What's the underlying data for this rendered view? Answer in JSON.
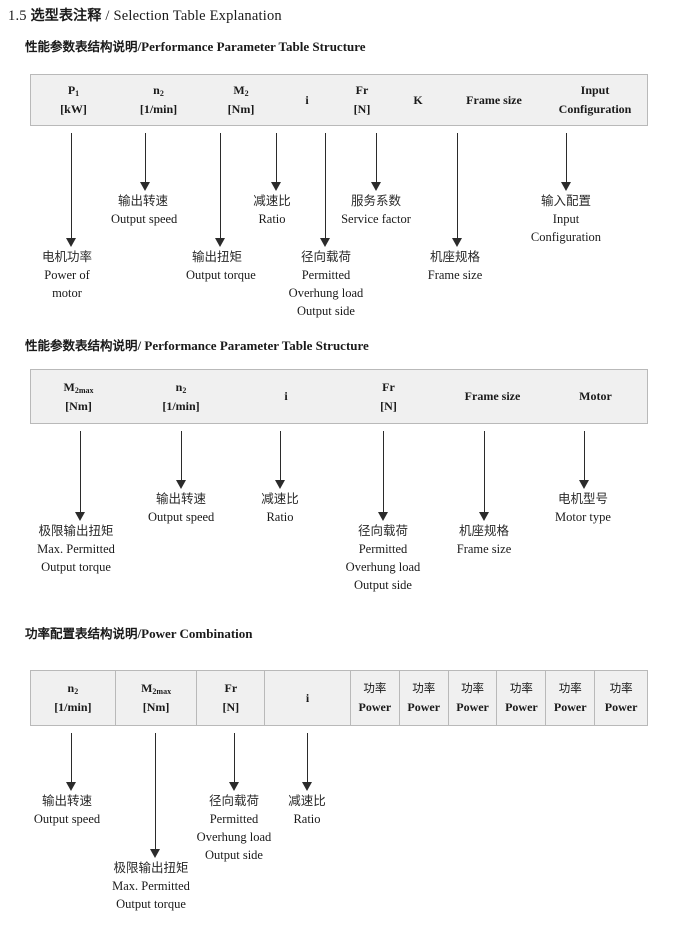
{
  "page": {
    "title_number": "1.5",
    "title_cn": "选型表注释",
    "title_sep": "/",
    "title_en": "Selection Table Explanation"
  },
  "sections": [
    {
      "heading_cn": "性能参数表结构说明",
      "heading_sep": "/",
      "heading_en": "Performance Parameter Table Structure",
      "columns": [
        {
          "symbol": "P",
          "sub": "1",
          "unit": "[kW]"
        },
        {
          "symbol": "n",
          "sub": "2",
          "unit": "[1/min]"
        },
        {
          "symbol": "M",
          "sub": "2",
          "unit": "[Nm]"
        },
        {
          "symbol": "i",
          "sub": "",
          "unit": ""
        },
        {
          "symbol": "Fr",
          "sub": "",
          "unit": "[N]"
        },
        {
          "symbol": "K",
          "sub": "",
          "unit": ""
        },
        {
          "symbol": "Frame size",
          "sub": "",
          "unit": ""
        },
        {
          "symbol": "Input",
          "sub": "",
          "unit": "Configuration"
        }
      ],
      "annotations": [
        {
          "cn": "电机功率",
          "en": [
            "Power of",
            "motor"
          ]
        },
        {
          "cn": "输出转速",
          "en": [
            "Output speed"
          ]
        },
        {
          "cn": "输出扭矩",
          "en": [
            "Output torque"
          ]
        },
        {
          "cn": "减速比",
          "en": [
            "Ratio"
          ]
        },
        {
          "cn": "径向载荷",
          "en": [
            "Permitted",
            "Overhung load",
            "Output side"
          ]
        },
        {
          "cn": "服务系数",
          "en": [
            "Service factor"
          ]
        },
        {
          "cn": "机座规格",
          "en": [
            "Frame size"
          ]
        },
        {
          "cn": "输入配置",
          "en": [
            "Input",
            "Configuration"
          ]
        }
      ]
    },
    {
      "heading_cn": "性能参数表结构说明",
      "heading_sep": "/",
      "heading_en": "Performance Parameter Table Structure",
      "columns": [
        {
          "symbol": "M",
          "sub": "2max",
          "unit": "[Nm]"
        },
        {
          "symbol": "n",
          "sub": "2",
          "unit": "[1/min]"
        },
        {
          "symbol": "i",
          "sub": "",
          "unit": ""
        },
        {
          "symbol": "Fr",
          "sub": "",
          "unit": "[N]"
        },
        {
          "symbol": "Frame size",
          "sub": "",
          "unit": ""
        },
        {
          "symbol": "Motor",
          "sub": "",
          "unit": ""
        }
      ],
      "annotations": [
        {
          "cn": "极限输出扭矩",
          "en": [
            "Max. Permitted",
            "Output  torque"
          ]
        },
        {
          "cn": "输出转速",
          "en": [
            "Output speed"
          ]
        },
        {
          "cn": "减速比",
          "en": [
            "Ratio"
          ]
        },
        {
          "cn": "径向载荷",
          "en": [
            "Permitted",
            "Overhung load",
            "Output side"
          ]
        },
        {
          "cn": "机座规格",
          "en": [
            "Frame size"
          ]
        },
        {
          "cn": "电机型号",
          "en": [
            "Motor type"
          ]
        }
      ]
    },
    {
      "heading_cn": "功率配置表结构说明",
      "heading_sep": "/",
      "heading_en": "Power Combination",
      "columns": [
        {
          "symbol": "n",
          "sub": "2",
          "unit": "[1/min]"
        },
        {
          "symbol": "M",
          "sub": "2max",
          "unit": "[Nm]"
        },
        {
          "symbol": "Fr",
          "sub": "",
          "unit": "[N]"
        },
        {
          "symbol": "i",
          "sub": "",
          "unit": ""
        },
        {
          "cn": "功率",
          "symbol": "Power",
          "sub": "",
          "unit": ""
        },
        {
          "cn": "功率",
          "symbol": "Power",
          "sub": "",
          "unit": ""
        },
        {
          "cn": "功率",
          "symbol": "Power",
          "sub": "",
          "unit": ""
        },
        {
          "cn": "功率",
          "symbol": "Power",
          "sub": "",
          "unit": ""
        },
        {
          "cn": "功率",
          "symbol": "Power",
          "sub": "",
          "unit": ""
        },
        {
          "cn": "功率",
          "symbol": "Power",
          "sub": "",
          "unit": ""
        }
      ],
      "annotations": [
        {
          "cn": "输出转速",
          "en": [
            "Output speed"
          ]
        },
        {
          "cn": "极限输出扭矩",
          "en": [
            "Max. Permitted",
            "Output  torque"
          ]
        },
        {
          "cn": "径向载荷",
          "en": [
            "Permitted",
            "Overhung load",
            "Output side"
          ]
        },
        {
          "cn": "减速比",
          "en": [
            "Ratio"
          ]
        }
      ]
    }
  ]
}
